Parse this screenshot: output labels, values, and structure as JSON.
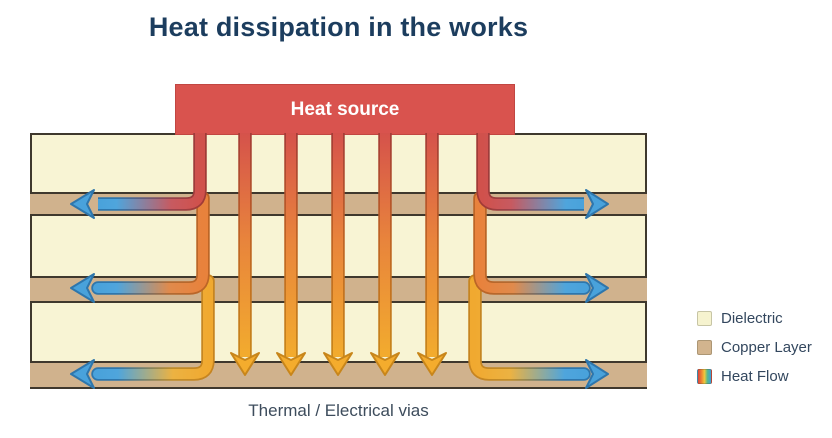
{
  "title": "Heat dissipation in the works",
  "heat_source": {
    "label": "Heat source"
  },
  "caption": "Thermal / Electrical vias",
  "legend": {
    "items": [
      {
        "label": "Dielectric",
        "swatch": "#F6F3CF"
      },
      {
        "label": "Copper Layer",
        "swatch": "#D2B48E"
      },
      {
        "label": "Heat Flow",
        "swatch": "linear-gradient(90deg,#D8423E 0%,#EE8B33 30%,#F2C93C 50%,#58B98C 72%,#3F9FD9 100%)"
      }
    ]
  },
  "colors": {
    "background": "#FFFFFF",
    "title_text": "#1C3D5E",
    "heat_source_bg": "#D9534E",
    "heat_source_text": "#FFFFFF",
    "dielectric": "#F8F4D4",
    "copper": "#D0B28D",
    "board_outline": "#3F382D",
    "via_red": "#D5524B",
    "via_orange": "#E8843C",
    "via_yellow": "#F0A930",
    "arrow_blue": "#49A2DB",
    "legend_text": "#33475E",
    "caption_text": "#3D4C5C"
  },
  "diagram": {
    "layer_stack": [
      "dielectric",
      "copper",
      "dielectric",
      "copper",
      "dielectric",
      "copper"
    ],
    "straight_via_count": 5,
    "lateral_flow_levels": 3
  }
}
